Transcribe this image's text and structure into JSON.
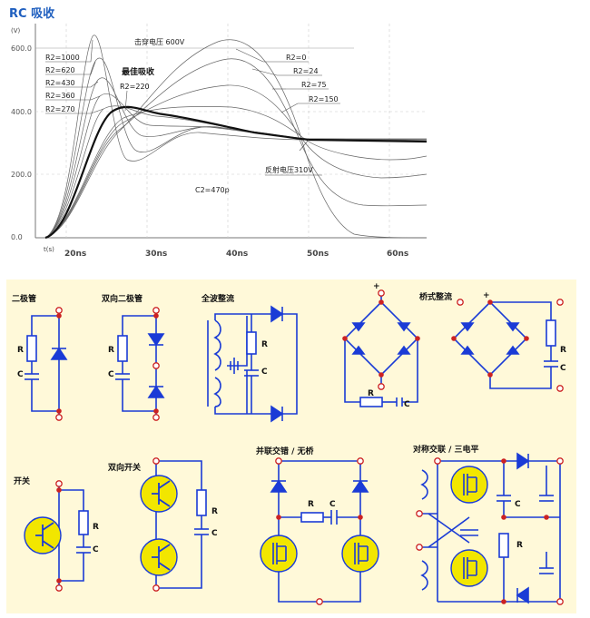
{
  "title": "RC 吸收",
  "plot": {
    "unit": "(V)",
    "y_ticks": [
      "600.0",
      "400.0",
      "200.0",
      "0.0"
    ],
    "x_unit": "t(s)",
    "x_ticks": [
      "20ns",
      "30ns",
      "40ns",
      "50ns",
      "60ns"
    ],
    "labels_left": [
      "R2=1000",
      "R2=620",
      "R2=430",
      "R2=360",
      "R2=270"
    ],
    "labels_right": [
      "R2=0",
      "R2=24",
      "R2=75",
      "R2=150"
    ],
    "best_label": "最佳吸收",
    "best_value": "R2=220",
    "breakdown": "击穿电压 600V",
    "reflect": "反射电压310V",
    "c2": "C2=470p"
  },
  "circuits": {
    "diode": "二极管",
    "bidiode": "双向二极管",
    "fullwave": "全波整流",
    "bridge": "桥式整流",
    "switch": "开关",
    "biswitch": "双向开关",
    "parallel": "并联交错 / 无桥",
    "sym": "对称交联 / 三电平",
    "r": "R",
    "c": "C",
    "plus": "+"
  },
  "colors": {
    "title": "#1f5fbf",
    "panel": "#fff9d9",
    "wire": "#1a3bd6",
    "node": "#cc2222",
    "transistor": "#f2e600"
  }
}
